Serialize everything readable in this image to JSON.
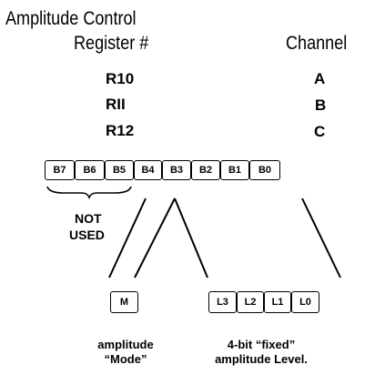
{
  "header": {
    "title": "Amplitude Control",
    "register_col": "Register #",
    "channel_col": "Channel"
  },
  "rows": [
    {
      "register": "R10",
      "channel": "A"
    },
    {
      "register": "RII",
      "channel": "B"
    },
    {
      "register": "R12",
      "channel": "C"
    }
  ],
  "bits": [
    "B7",
    "B6",
    "B5",
    "B4",
    "B3",
    "B2",
    "B1",
    "B0"
  ],
  "not_used": {
    "line1": "NOT",
    "line2": "USED"
  },
  "mode_box": "M",
  "level_bits": [
    "L3",
    "L2",
    "L1",
    "L0"
  ],
  "mode_label": {
    "line1": "amplitude",
    "line2": "“Mode”"
  },
  "level_label": {
    "line1": "4-bit “fixed”",
    "line2": "amplitude Level."
  }
}
